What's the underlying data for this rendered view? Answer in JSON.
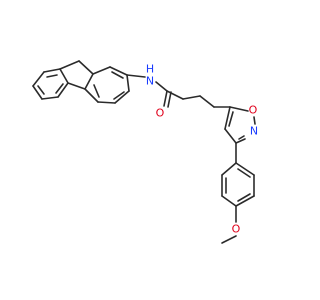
{
  "molecule": {
    "atom_labels": {
      "amide_nitrogen": "N",
      "amide_hydrogen": "H",
      "carbonyl_oxygen": "O",
      "ring_oxygen": "O",
      "ring_nitrogen": "N",
      "ether_oxygen": "O"
    },
    "colors": {
      "bond": "#2b2b2b",
      "nitrogen": "#1a3cff",
      "oxygen": "#e0001b"
    }
  }
}
